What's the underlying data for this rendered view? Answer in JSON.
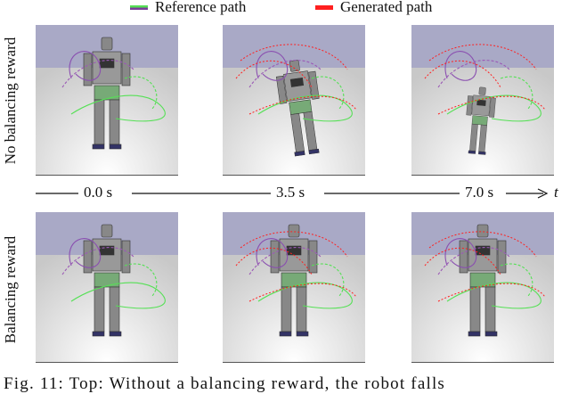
{
  "legend": {
    "reference": {
      "label": "Reference path",
      "colors": [
        "#55e055",
        "#7a3e9a"
      ]
    },
    "generated": {
      "label": "Generated path",
      "color": "#ff2020"
    }
  },
  "rows": [
    {
      "label": "No balancing reward"
    },
    {
      "label": "Balancing reward"
    }
  ],
  "timeline": {
    "ticks": [
      "0.0 s",
      "3.5 s",
      "7.0 s"
    ],
    "axis_label": "t"
  },
  "caption": "Fig. 11: Top: Without a balancing reward, the robot falls"
}
